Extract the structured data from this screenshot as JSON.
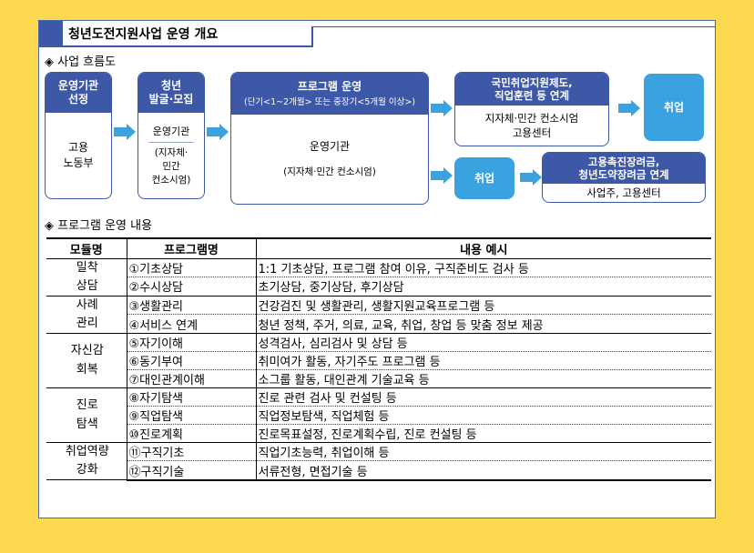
{
  "doc_title": "청년도전지원사업 운영 개요",
  "section_flow": "◈ 사업 흐름도",
  "section_program": "◈ 프로그램 운영 내용",
  "flow": {
    "col1_head": "운영기관\n선정",
    "col1_body": "고용\n노동부",
    "col2_head": "청년\n발굴·모집",
    "col2_body_top": "운영기관",
    "col2_body_bottom": "(지자체·\n민간\n컨소시엄)",
    "col3_head_title": "프로그램 운영",
    "col3_head_sub": "(단기<1~2개월> 또는 중장기<5개월 이상>)",
    "col3_body_top": "운영기관",
    "col3_body_bottom": "(지자체·민간 컨소시엄)",
    "col4_head": "국민취업지원제도,\n직업훈련 등 연계",
    "col4_body": "지자체·민간 컨소시엄\n고용센터",
    "col5": "취업",
    "lower_job": "취업",
    "lower_head": "고용촉진장려금,\n청년도약장려금 연계",
    "lower_body": "사업주, 고용센터"
  },
  "table": {
    "headers": [
      "모듈명",
      "프로그램명",
      "내용 예시"
    ],
    "groups": [
      {
        "module": "밀착\n상담",
        "rows": [
          {
            "program": "①기초상담",
            "content": "1:1 기초상담, 프로그램 참여 이유, 구직준비도 검사 등"
          },
          {
            "program": "②수시상담",
            "content": "초기상담, 중기상담, 후기상담"
          }
        ]
      },
      {
        "module": "사례\n관리",
        "rows": [
          {
            "program": "③생활관리",
            "content": "건강검진 및 생활관리, 생활지원교육프로그램  등"
          },
          {
            "program": "④서비스 연계",
            "content": "청년 정책, 주거, 의료, 교육, 취업, 창업 등 맞춤 정보 제공"
          }
        ]
      },
      {
        "module": "자신감\n회복",
        "rows": [
          {
            "program": "⑤자기이해",
            "content": "성격검사, 심리검사 및 상담 등"
          },
          {
            "program": "⑥동기부여",
            "content": "취미여가 활동, 자기주도 프로그램 등"
          },
          {
            "program": "⑦대인관계이해",
            "content": "소그룹 활동, 대인관계 기술교육 등"
          }
        ]
      },
      {
        "module": "진로\n탐색",
        "rows": [
          {
            "program": "⑧자기탐색",
            "content": "진로 관련 검사 및 컨설팅 등"
          },
          {
            "program": "⑨직업탐색",
            "content": "직업정보탐색, 직업체험 등"
          },
          {
            "program": "⑩진로계획",
            "content": "진로목표설정, 진로계획수립, 진로 컨설팅 등"
          }
        ]
      },
      {
        "module": "취업역량\n강화",
        "rows": [
          {
            "program": "⑪구직기초",
            "content": "직업기초능력, 취업이해 등"
          },
          {
            "program": "⑫구직기술",
            "content": "서류전형, 면접기술 등"
          }
        ]
      }
    ]
  },
  "colors": {
    "background": "#fcd94e",
    "navy": "#3e58a8",
    "cyan": "#3aa3df"
  }
}
